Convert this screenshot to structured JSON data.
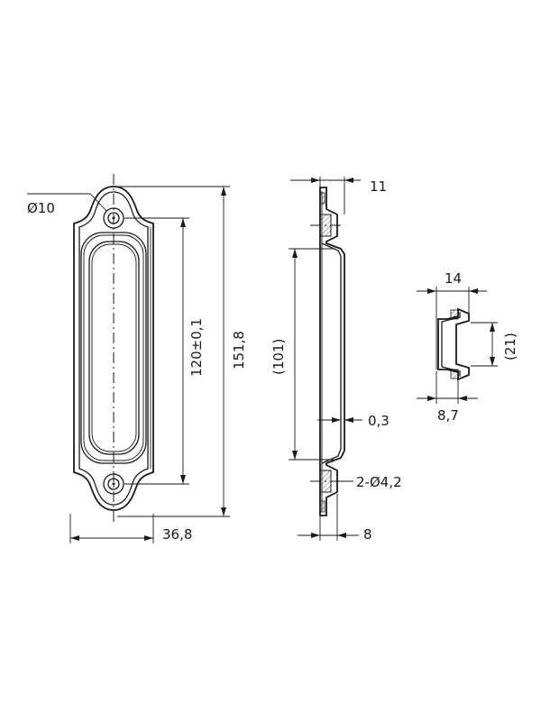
{
  "dimensions": {
    "hole_diameter": "Ø10",
    "hole_spacing": "120±0,1",
    "overall_length": "151,8",
    "overall_width": "36,8",
    "recess_length": "(101)",
    "flange_depth": "11",
    "sheet_thickness": "0,3",
    "mounting_holes": "2-Ø4,2",
    "body_depth": "8",
    "section_width": "14",
    "section_height": "(21)",
    "section_depth": "8,7"
  }
}
